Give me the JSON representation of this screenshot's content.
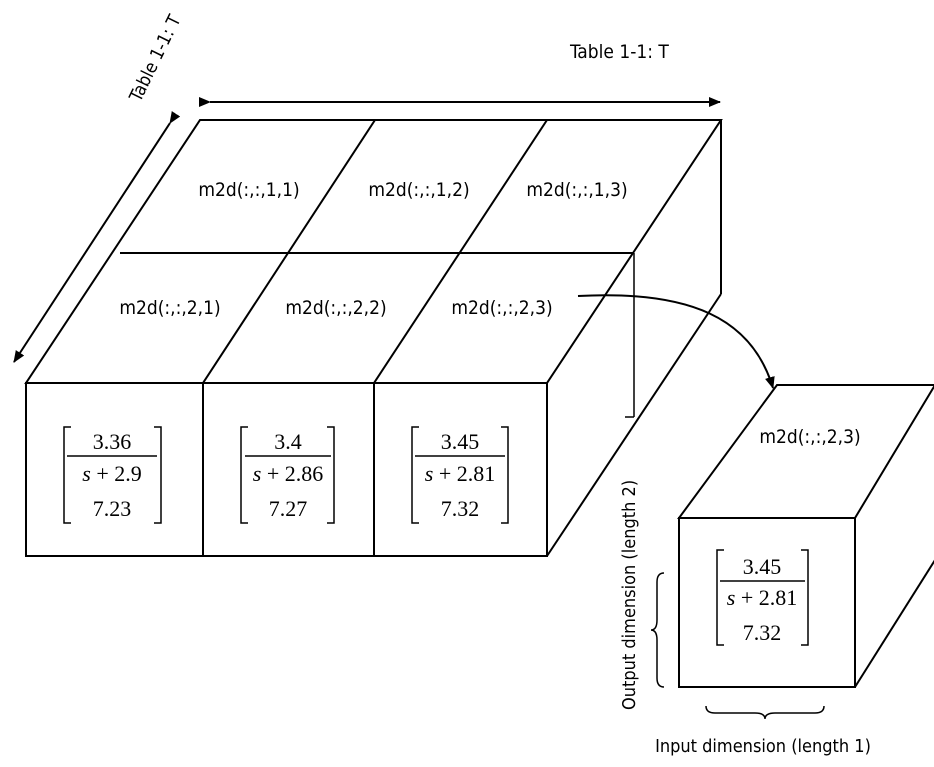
{
  "dimension_labels": {
    "horizontal": "Table 1-1: T",
    "diagonal": "Table 1-1: T",
    "output": "Output dimension (length 2)",
    "input": "Input dimension (length 1)"
  },
  "top_row": [
    "m2d(:,:,1,1)",
    "m2d(:,:,1,2)",
    "m2d(:,:,1,3)"
  ],
  "mid_row": [
    "m2d(:,:,2,1)",
    "m2d(:,:,2,2)",
    "m2d(:,:,2,3)"
  ],
  "front_cells": [
    {
      "num": "3.36",
      "den_var": "s",
      "den_rest": " + 2.9",
      "bottom": "7.23"
    },
    {
      "num": "3.4",
      "den_var": "s",
      "den_rest": " + 2.86",
      "bottom": "7.27"
    },
    {
      "num": "3.45",
      "den_var": "s",
      "den_rest": " + 2.81",
      "bottom": "7.32"
    }
  ],
  "extracted": {
    "label": "m2d(:,:,2,3)",
    "num": "3.45",
    "den_var": "s",
    "den_rest": " + 2.81",
    "bottom": "7.32"
  }
}
